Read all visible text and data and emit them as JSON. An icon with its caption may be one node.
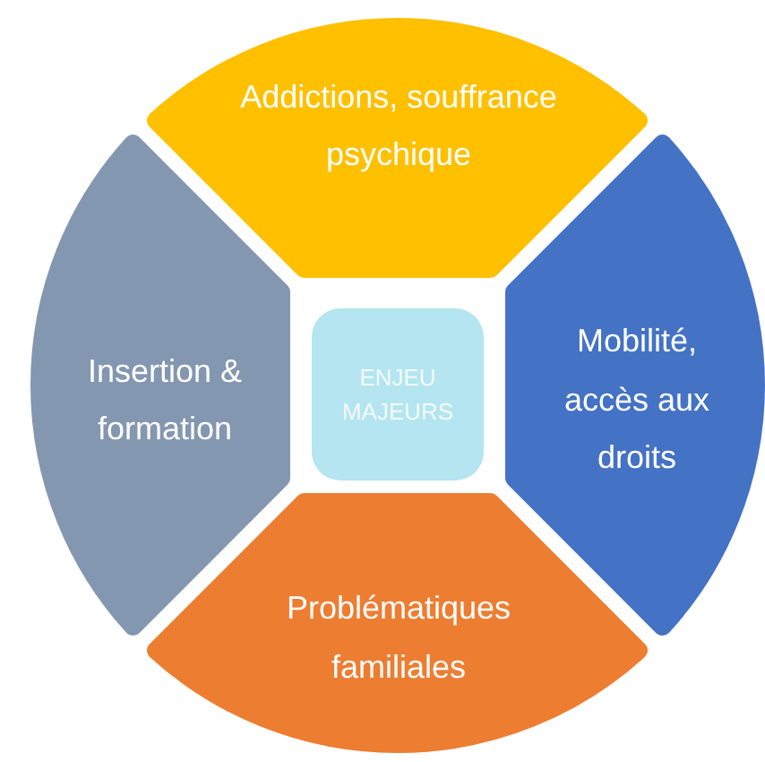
{
  "diagram": {
    "nodes": [
      {
        "text": [
          "Addictions, souffrance psychique"
        ]
      },
      {
        "text": [
          "Insertion & formation"
        ]
      },
      {
        "text": [
          "ENJEU MAJEURS"
        ]
      },
      {
        "text": [
          "Mobilité, accès aux droits"
        ]
      },
      {
        "text": [
          "Problématiques familiales"
        ]
      }
    ]
  }
}
